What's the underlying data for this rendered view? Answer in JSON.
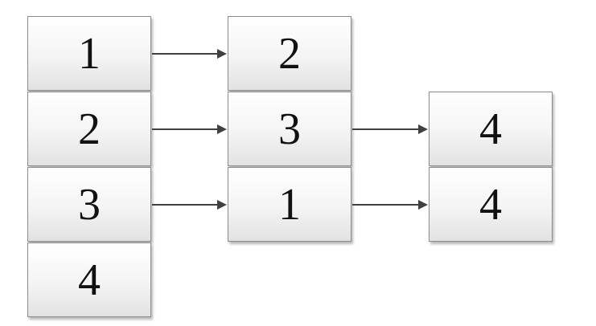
{
  "columns": [
    {
      "cells": [
        "1",
        "2",
        "3",
        "4"
      ]
    },
    {
      "cells": [
        "2",
        "3",
        "1"
      ]
    },
    {
      "cells": [
        "4",
        "4"
      ]
    }
  ]
}
